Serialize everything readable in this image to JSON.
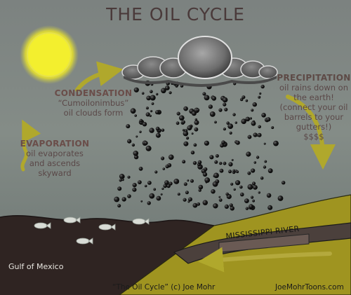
{
  "title": "THE OIL CYCLE",
  "condensation": {
    "heading": "CONDENSATION",
    "lines": [
      "“Cumoilonimbus”",
      "oil clouds form"
    ]
  },
  "evaporation": {
    "heading": "EVAPORATION",
    "lines": [
      "oil evaporates",
      "and ascends",
      "skyward"
    ]
  },
  "precipitation": {
    "heading": "PRECIPITATION",
    "lines": [
      "oil rains down on",
      "the earth!",
      "(connect your oil",
      "barrels to your",
      "gutters!)",
      "$$$$"
    ]
  },
  "labels": {
    "gulf": "Gulf of Mexico",
    "river": "MISSISSIPPI RIVER"
  },
  "footer": {
    "credit": "“The Oil Cycle” (c) Joe Mohr",
    "site": "JoeMohrToons.com"
  },
  "colors": {
    "sky_top": "#7f8481",
    "sky_mid": "#838b86",
    "sky_bottom": "#6a7370",
    "land": "#9f9420",
    "water": "#2f2422",
    "arrow": "#b0a82c",
    "sun": "#f3ef2e"
  },
  "icons": [
    "sun-icon",
    "oil-cloud-icon",
    "oil-droplet-icon",
    "fish-icon",
    "arrow-icon"
  ]
}
